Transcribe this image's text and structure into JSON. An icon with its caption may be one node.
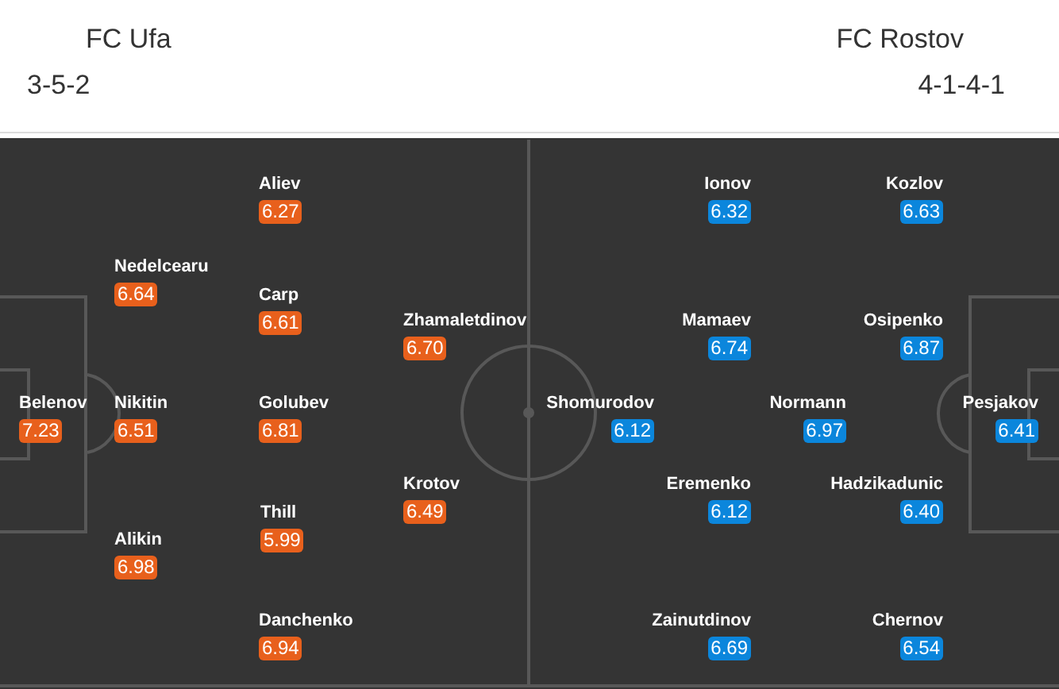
{
  "diagram": {
    "nodes": [
      {
        "text": [
          "Belenov",
          "7.23"
        ]
      },
      {
        "text": [
          "Nedelcearu",
          "6.64"
        ]
      },
      {
        "text": [
          "Nikitin",
          "6.51"
        ]
      },
      {
        "text": [
          "Alikin",
          "6.98"
        ]
      },
      {
        "text": [
          "Aliev",
          "6.27"
        ]
      },
      {
        "text": [
          "Carp",
          "6.61"
        ]
      },
      {
        "text": [
          "Golubev",
          "6.81"
        ]
      },
      {
        "text": [
          "Thill",
          "5.99"
        ]
      },
      {
        "text": [
          "Danchenko",
          "6.94"
        ]
      },
      {
        "text": [
          "Zhamaletdinov",
          "6.70"
        ]
      },
      {
        "text": [
          "Krotov",
          "6.49"
        ]
      },
      {
        "text": [
          "Shomurodov",
          "6.12"
        ]
      },
      {
        "text": [
          "Ionov",
          "6.32"
        ]
      },
      {
        "text": [
          "Mamaev",
          "6.74"
        ]
      },
      {
        "text": [
          "Eremenko",
          "6.12"
        ]
      },
      {
        "text": [
          "Zainutdinov",
          "6.69"
        ]
      },
      {
        "text": [
          "Normann",
          "6.97"
        ]
      },
      {
        "text": [
          "Kozlov",
          "6.63"
        ]
      },
      {
        "text": [
          "Osipenko",
          "6.87"
        ]
      },
      {
        "text": [
          "Hadzikadunic",
          "6.40"
        ]
      },
      {
        "text": [
          "Chernov",
          "6.54"
        ]
      },
      {
        "text": [
          "Pesjakov",
          "6.41"
        ]
      }
    ],
    "labels": [
      "FC Ufa",
      "FC Rostov",
      "3-5-2",
      "4-1-4-1"
    ]
  }
}
